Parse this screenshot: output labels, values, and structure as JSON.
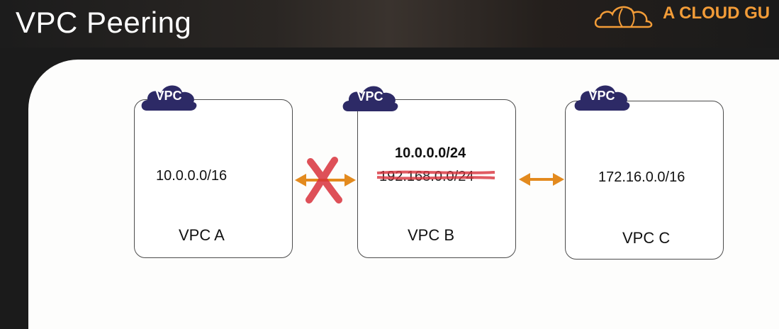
{
  "header": {
    "title": "VPC Peering",
    "brand_text": "A CLOUD GU",
    "brand_color": "#f29c38"
  },
  "diagram": {
    "badge_label": "VPC",
    "badge_color": "#2d2a66",
    "arrow_color": "#e38a1e",
    "cross_color": "#d9323c",
    "vpcs": [
      {
        "name": "VPC A",
        "cidr": "10.0.0.0/16"
      },
      {
        "name": "VPC B",
        "cidr": "10.0.0.0/24",
        "struck_cidr": "192.168.0.0/24"
      },
      {
        "name": "VPC C",
        "cidr": "172.16.0.0/16"
      }
    ],
    "connections": [
      {
        "from": "VPC A",
        "to": "VPC B",
        "status": "blocked"
      },
      {
        "from": "VPC B",
        "to": "VPC C",
        "status": "active"
      }
    ]
  }
}
